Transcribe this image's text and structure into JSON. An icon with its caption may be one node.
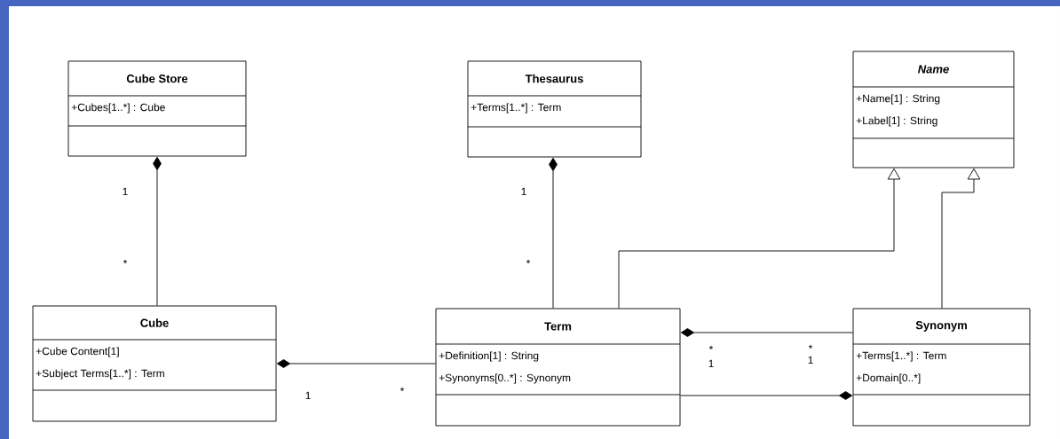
{
  "diagram": {
    "nodes": [
      {
        "text": [
          "Cube Store",
          "+Cubes[1..*] : Cube"
        ]
      },
      {
        "text": [
          "Thesaurus",
          "+Terms[1..*] : Term"
        ]
      },
      {
        "text": [
          "Name",
          "+Name[1] : String",
          "+Label[1] : String"
        ]
      },
      {
        "text": [
          "Cube",
          "+Cube Content[1]",
          "+Subject Terms[1..*] : Term"
        ]
      },
      {
        "text": [
          "Term",
          "+Definition[1] : String",
          "+Synonyms[0..*] : Synonym"
        ]
      },
      {
        "text": [
          "Synonym",
          "+Terms[1..*] : Term",
          "+Domain[0..*]"
        ]
      }
    ],
    "edges": [
      {
        "from": 0,
        "to": 3,
        "arrow": "other"
      },
      {
        "from": 1,
        "to": 4,
        "arrow": "other"
      },
      {
        "from": 3,
        "to": 4,
        "arrow": "other"
      },
      {
        "from": 4,
        "to": 5,
        "arrow": "other"
      },
      {
        "from": 5,
        "to": 4,
        "arrow": "other"
      },
      {
        "from": 4,
        "to": 2,
        "arrow": "to"
      },
      {
        "from": 5,
        "to": 2,
        "arrow": "to"
      }
    ],
    "labels": [
      "1",
      "*",
      "1",
      "*",
      "1",
      "*",
      "*",
      "1",
      "*",
      "1"
    ]
  }
}
